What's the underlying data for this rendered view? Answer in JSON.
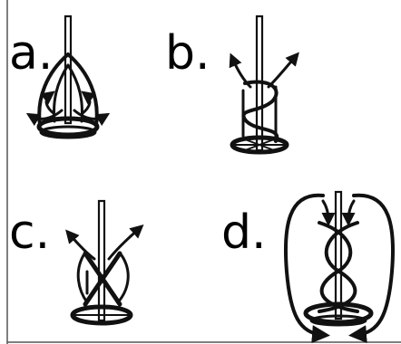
{
  "labels": {
    "a": "a.",
    "b": "b.",
    "c": "c.",
    "d": "d."
  },
  "colors": {
    "ink": "#111111",
    "background": "#ffffff",
    "frame": "#555555"
  },
  "panels": [
    {
      "id": "a",
      "icon": "anchor-mixer-icon"
    },
    {
      "id": "b",
      "icon": "helical-ribbon-mixer-icon"
    },
    {
      "id": "c",
      "icon": "twisted-paddle-mixer-icon"
    },
    {
      "id": "d",
      "icon": "double-helix-mixer-with-recirculation-icon"
    }
  ]
}
